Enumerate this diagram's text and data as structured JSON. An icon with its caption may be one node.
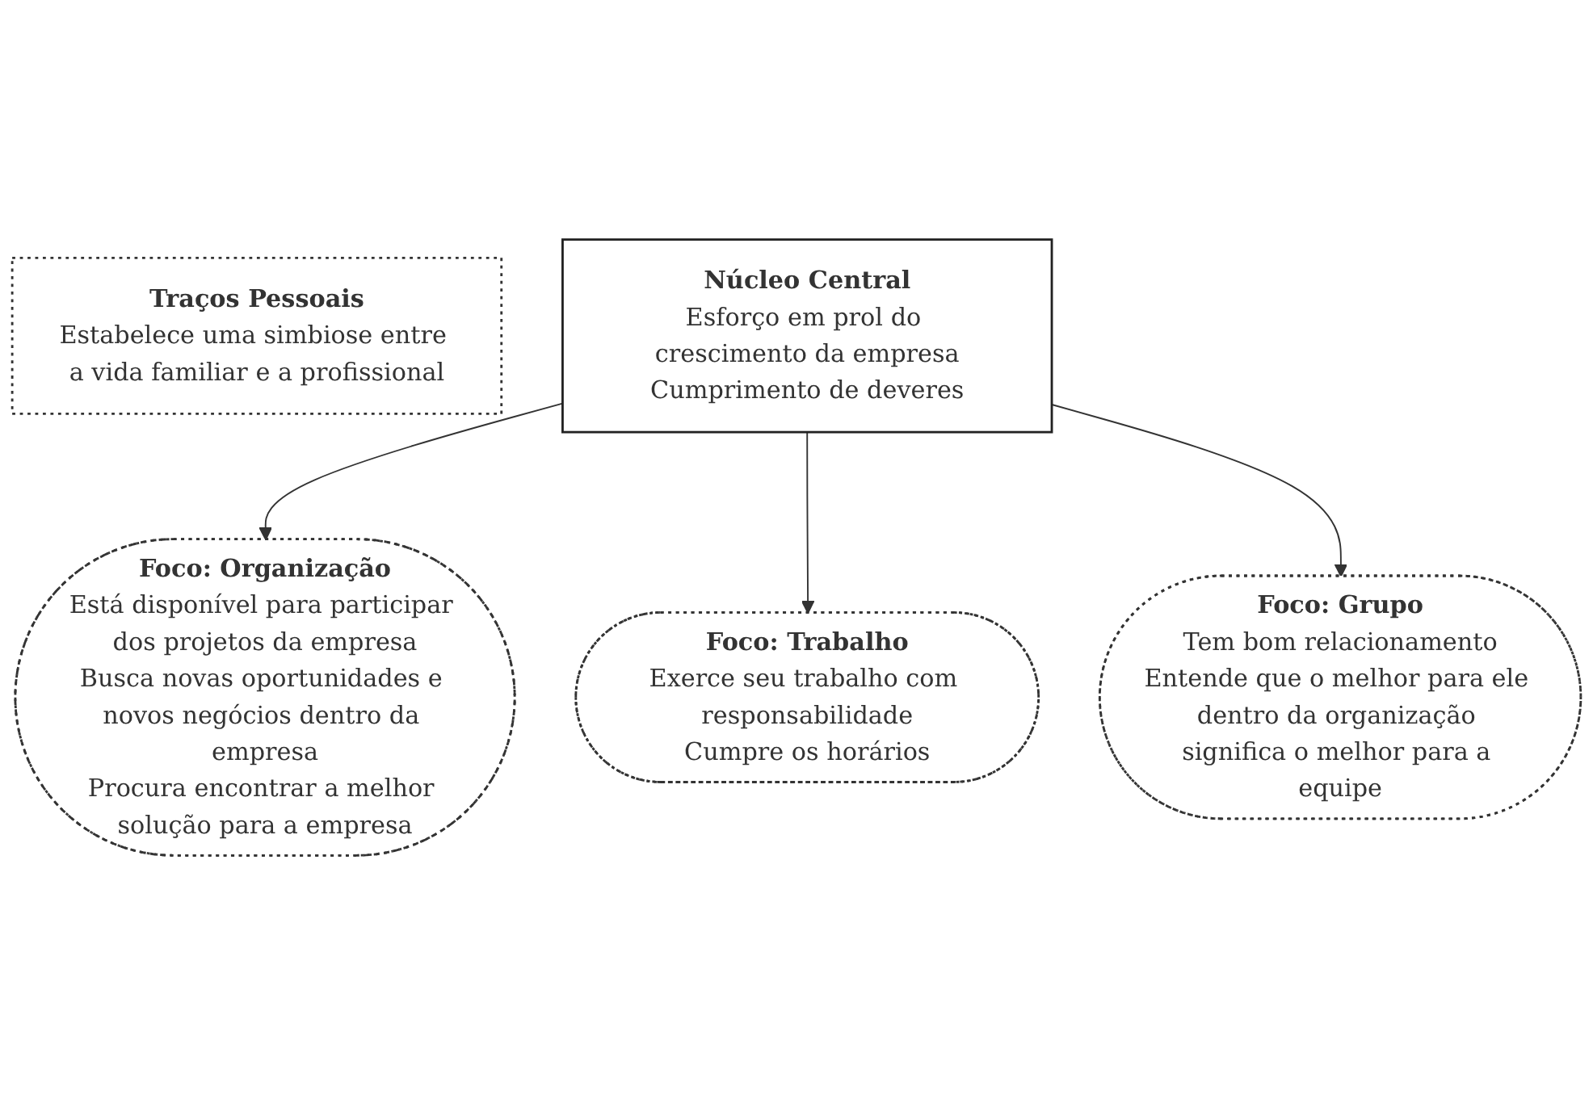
{
  "diagram": {
    "nodes": [
      {
        "text": [
          "Foco: Organização",
          "Está disponível para participar dos projetos da empresa",
          "Busca novas oportunidades e novos negócios dentro da empresa",
          "Procura encontrar a melhor solução para a empresa"
        ]
      },
      {
        "text": [
          "Traços Pessoais",
          "Estabelece uma simbiose entre a vida familiar e a profissional"
        ]
      },
      {
        "text": [
          "Núcleo Central",
          "Esforço em prol do crescimento da empresa",
          "Cumprimento de deveres"
        ]
      },
      {
        "text": [
          "Foco: Trabalho",
          "Exerce seu trabalho com responsabilidade",
          "Cumpre os horários"
        ]
      },
      {
        "text": [
          "Foco: Grupo",
          "Tem bom relacionamento",
          "Entende que o melhor para ele dentro da organização significa o melhor para a equipe"
        ]
      }
    ],
    "edges": [
      {
        "from": 2,
        "to": 0,
        "arrow": "to"
      },
      {
        "from": 2,
        "to": 3,
        "arrow": "to"
      },
      {
        "from": 2,
        "to": 4,
        "arrow": "to"
      }
    ]
  }
}
